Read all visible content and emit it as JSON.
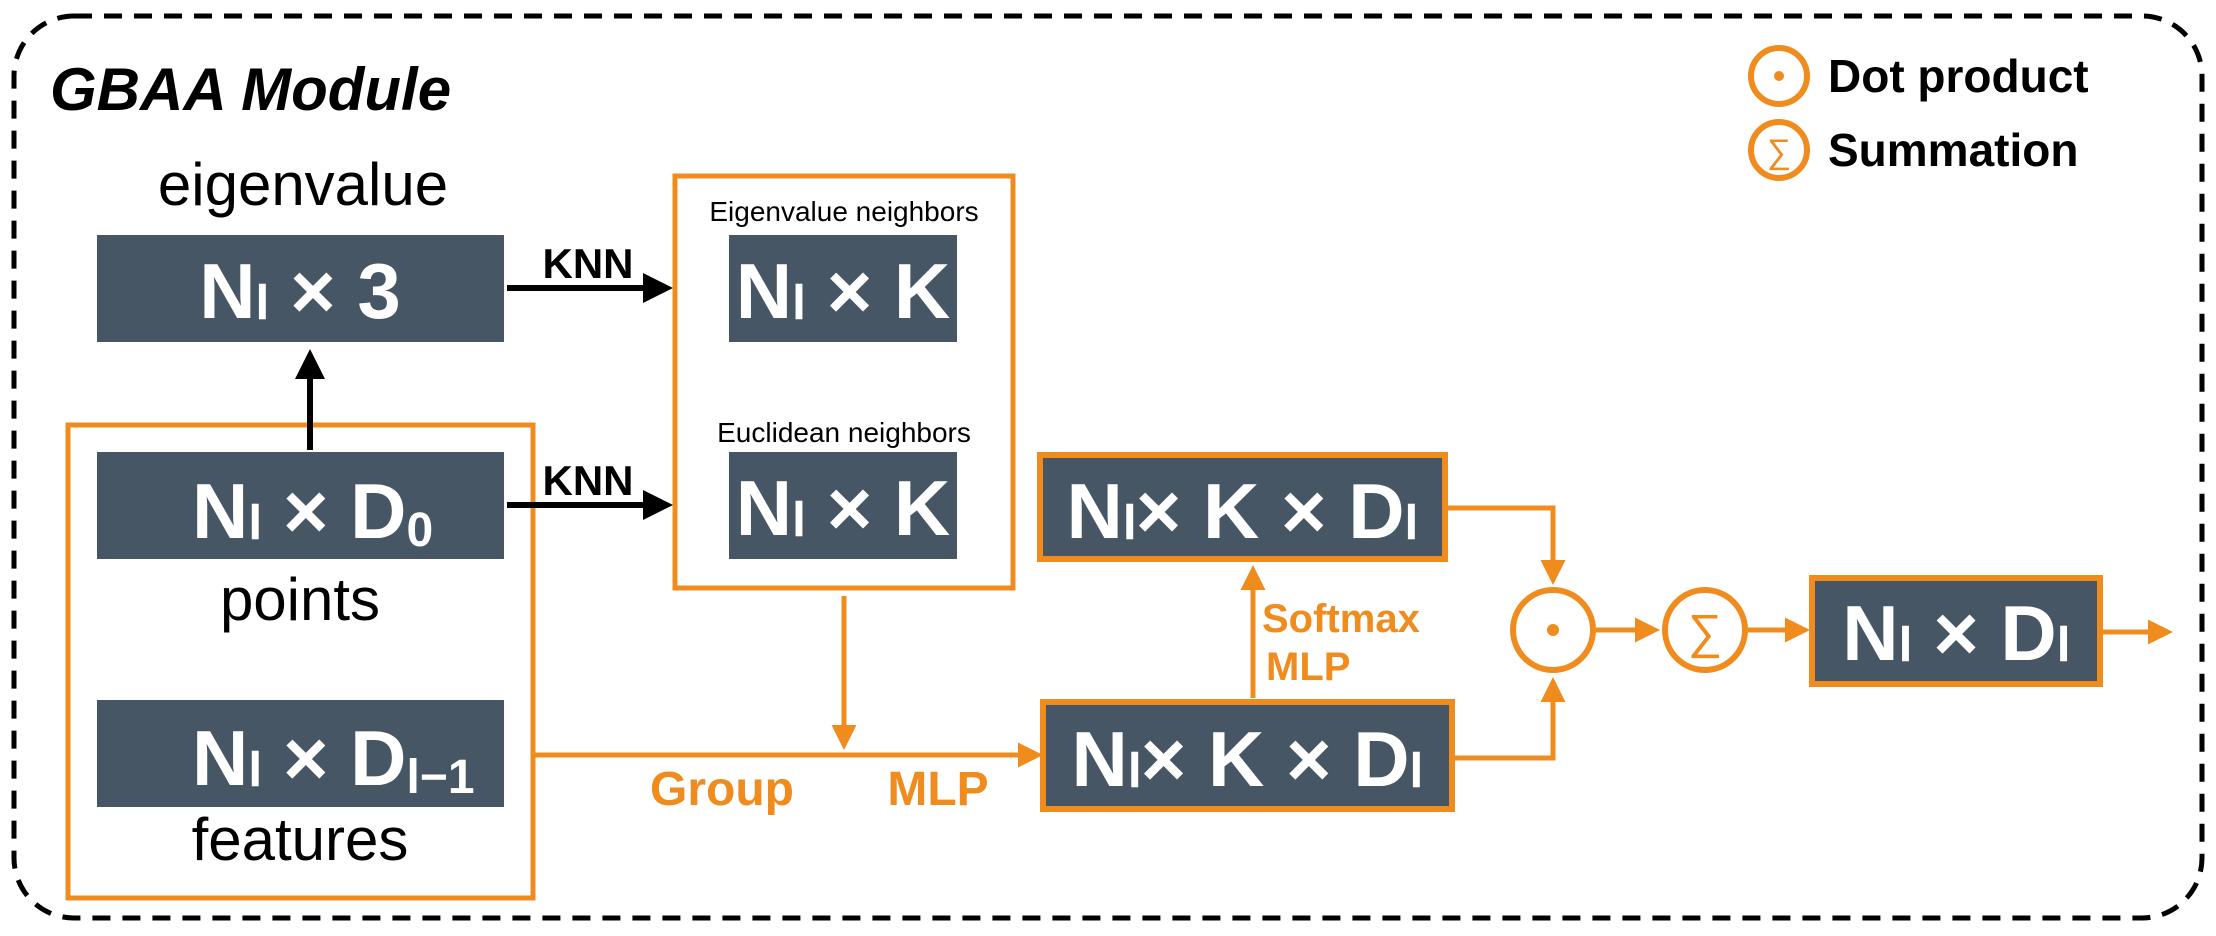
{
  "title": "GBAA Module",
  "legend": {
    "dot_label": "Dot product",
    "sum_label": "Summation",
    "dot_icon": "dot-product-icon",
    "sum_icon": "summation-icon",
    "sum_symbol": "∑"
  },
  "colors": {
    "accent": "#F08C1E",
    "box": "#475664"
  },
  "left": {
    "eigenvalue_label": "eigenvalue",
    "eigenvalue_box": {
      "main": "Nₗ × 3"
    },
    "points_box": {
      "main": "Nₗ × D",
      "sub": "0"
    },
    "points_label": "points",
    "features_box": {
      "main": "Nₗ × D",
      "sub": "l−1"
    },
    "features_label": "features"
  },
  "edges": {
    "knn_top": "KNN",
    "knn_bottom": "KNN",
    "group": "Group",
    "mlp": "MLP",
    "softmax": "Softmax",
    "softmax_mlp": "MLP"
  },
  "neighbors": {
    "eigen_title": "Eigenvalue neighbors",
    "eigen_box": "Nₗ × K",
    "eucl_title": "Euclidean neighbors",
    "eucl_box": "Nₗ × K"
  },
  "right": {
    "top_box": "Nₗ× K × Dₗ",
    "bottom_box": "Nₗ× K × Dₗ",
    "output_box": "Nₗ × Dₗ"
  }
}
